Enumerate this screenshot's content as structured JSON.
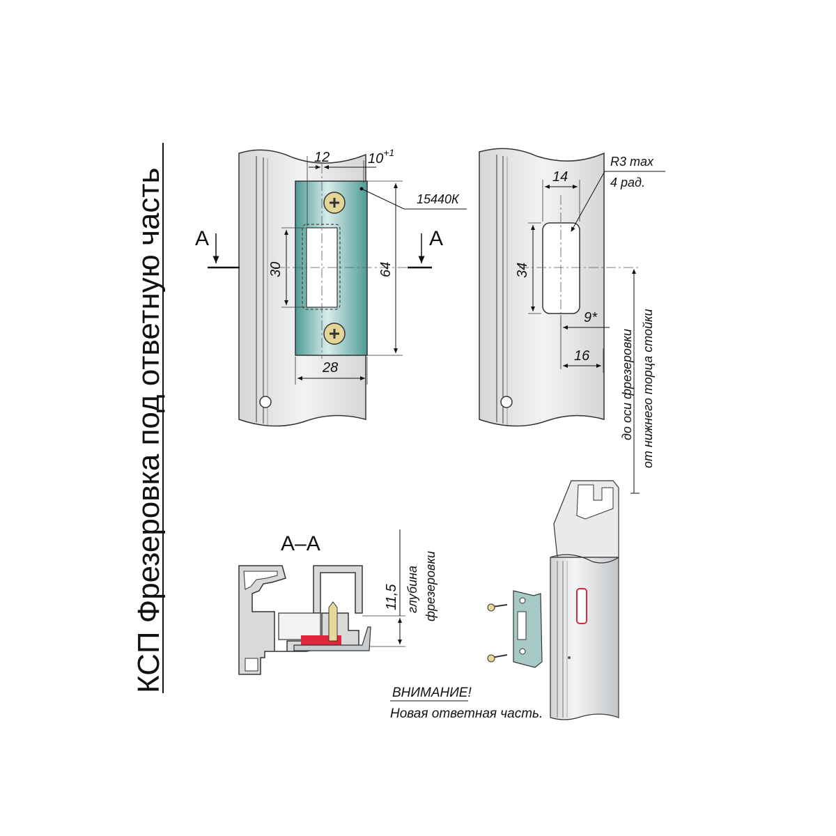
{
  "title": "КСП Фрезеровка под ответную часть",
  "section_marks": {
    "left": "А",
    "right": "А"
  },
  "front_view": {
    "dim_12": "12",
    "dim_10_base": "10",
    "dim_10_sup": "+1",
    "dim_30": "30",
    "dim_64": "64",
    "dim_28": "28",
    "part_number": "15440К"
  },
  "cut_view": {
    "dim_14": "14",
    "dim_34": "34",
    "dim_9": "9*",
    "dim_16": "16",
    "radius_line1": "R3 max",
    "radius_line2": "4 рад.",
    "axis_note_line1": "до оси фрезеровки",
    "axis_note_line2": "от нижнего торца стойки"
  },
  "section_view": {
    "label": "А–А",
    "depth_value": "11,5",
    "depth_line1": "глубина",
    "depth_line2": "фрезеровки"
  },
  "notice": {
    "heading": "ВНИМАНИЕ!",
    "text": "Новая ответная часть."
  },
  "colors": {
    "plate": "#5fa8a4",
    "plate_light": "#cfe6e3",
    "profile": "#e6e7e8",
    "profile_dark": "#bfc1c4",
    "screw": "#d9c98a",
    "highlight_red": "#e0263a"
  }
}
